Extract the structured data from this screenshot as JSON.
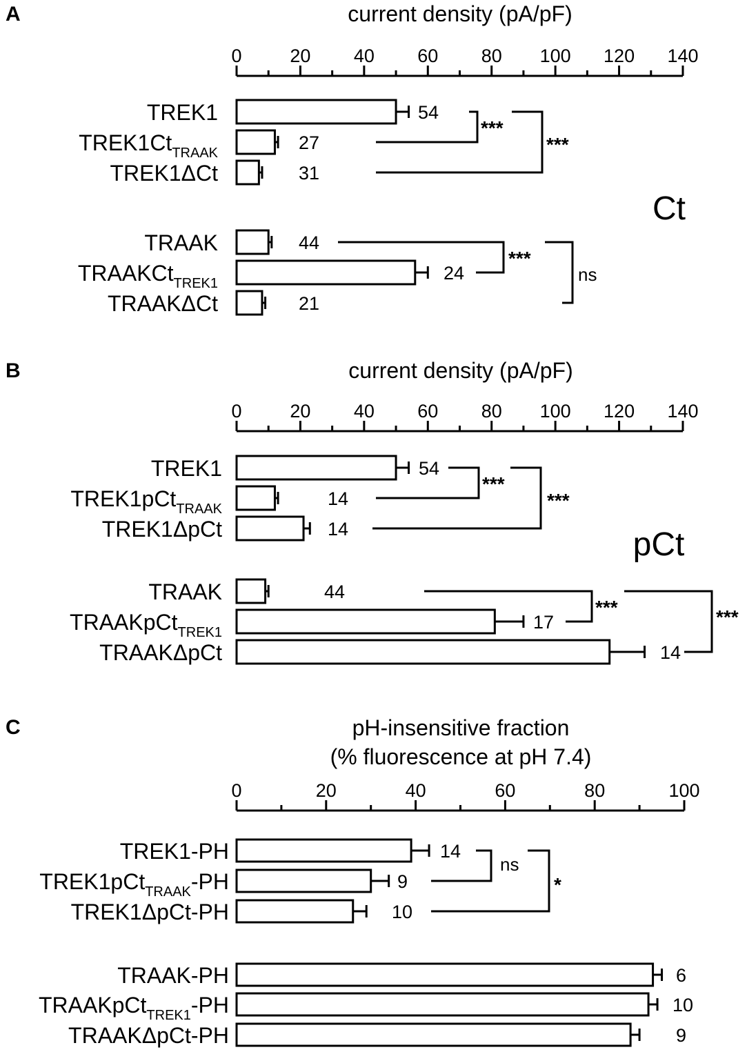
{
  "chart_data": [
    {
      "panel": "A",
      "type": "bar",
      "orientation": "horizontal",
      "xlabel": "current density (pA/pF)",
      "xlim": [
        0,
        140
      ],
      "ticks": [
        "0",
        "20",
        "40",
        "60",
        "80",
        "100",
        "120",
        "140"
      ],
      "group_label": "Ct",
      "bars": [
        {
          "label": "TREK1",
          "sub": "",
          "value": 50,
          "error": 4,
          "n": "54"
        },
        {
          "label": "TREK1Ct",
          "sub": "TRAAK",
          "value": 12,
          "error": 1,
          "n": "27"
        },
        {
          "label": "TREK1ΔCt",
          "sub": "",
          "value": 7,
          "error": 1,
          "n": "31"
        },
        {
          "label": "TRAAK",
          "sub": "",
          "value": 10,
          "error": 1,
          "n": "44"
        },
        {
          "label": "TRAAKCt",
          "sub": "TREK1",
          "value": 56,
          "error": 4,
          "n": "24"
        },
        {
          "label": "TRAAKΔCt",
          "sub": "",
          "value": 8,
          "error": 1,
          "n": "21"
        }
      ],
      "significance": [
        {
          "text": "***"
        },
        {
          "text": "***"
        },
        {
          "text": "***"
        },
        {
          "text": "ns"
        }
      ]
    },
    {
      "panel": "B",
      "type": "bar",
      "orientation": "horizontal",
      "xlabel": "current density (pA/pF)",
      "xlim": [
        0,
        140
      ],
      "ticks": [
        "0",
        "20",
        "40",
        "60",
        "80",
        "100",
        "120",
        "140"
      ],
      "group_label": "pCt",
      "bars": [
        {
          "label": "TREK1",
          "sub": "",
          "value": 50,
          "error": 4,
          "n": "54"
        },
        {
          "label": "TREK1pCt",
          "sub": "TRAAK",
          "value": 12,
          "error": 1,
          "n": "14"
        },
        {
          "label": "TREK1ΔpCt",
          "sub": "",
          "value": 21,
          "error": 2,
          "n": "14"
        },
        {
          "label": "TRAAK",
          "sub": "",
          "value": 9,
          "error": 1,
          "n": "44"
        },
        {
          "label": "TRAAKpCt",
          "sub": "TREK1",
          "value": 81,
          "error": 9,
          "n": "17"
        },
        {
          "label": "TRAAKΔpCt",
          "sub": "",
          "value": 117,
          "error": 11,
          "n": "14"
        }
      ],
      "significance": [
        {
          "text": "***"
        },
        {
          "text": "***"
        },
        {
          "text": "***"
        },
        {
          "text": "***"
        }
      ]
    },
    {
      "panel": "C",
      "type": "bar",
      "orientation": "horizontal",
      "xlabel": [
        "pH-insensitive fraction",
        "(% fluorescence at pH 7.4)"
      ],
      "xlim": [
        0,
        100
      ],
      "ticks": [
        "0",
        "20",
        "40",
        "60",
        "80",
        "100"
      ],
      "group_label": "",
      "bars": [
        {
          "label": "TREK1-PH",
          "sub": "",
          "suffix": "",
          "value": 39,
          "error": 4,
          "n": "14"
        },
        {
          "label": "TREK1pCt",
          "sub": "TRAAK",
          "suffix": "-PH",
          "value": 30,
          "error": 4,
          "n": "9"
        },
        {
          "label": "TREK1ΔpCt-PH",
          "sub": "",
          "suffix": "",
          "value": 26,
          "error": 3,
          "n": "10"
        },
        {
          "label": "TRAAK-PH",
          "sub": "",
          "suffix": "",
          "value": 93,
          "error": 2,
          "n": "6"
        },
        {
          "label": "TRAAKpCt",
          "sub": "TREK1",
          "suffix": "-PH",
          "value": 92,
          "error": 2,
          "n": "10"
        },
        {
          "label": "TRAAKΔpCt-PH",
          "sub": "",
          "suffix": "",
          "value": 88,
          "error": 2,
          "n": "9"
        }
      ],
      "significance": [
        {
          "text": "ns"
        },
        {
          "text": "*"
        }
      ]
    }
  ]
}
